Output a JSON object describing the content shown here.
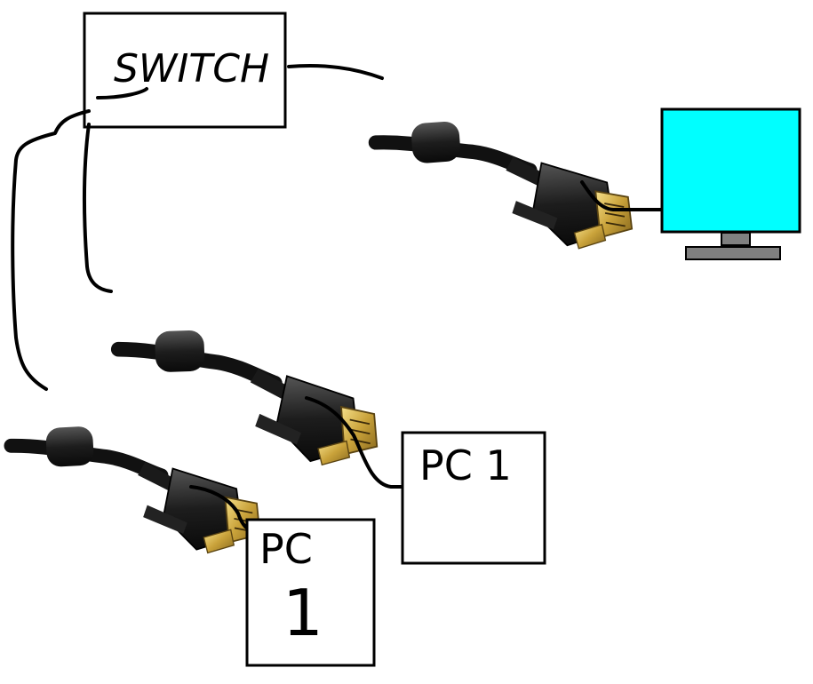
{
  "switch": {
    "label": "SWITCH"
  },
  "pc_top": {
    "label": "PC 1"
  },
  "pc_bottom": {
    "label_line1": "PC",
    "label_line2": "1"
  },
  "monitor": {
    "screen_color": "#00ffff",
    "stand_color": "#808080"
  },
  "icons": [
    "dvi-connector-icon",
    "monitor-icon"
  ]
}
